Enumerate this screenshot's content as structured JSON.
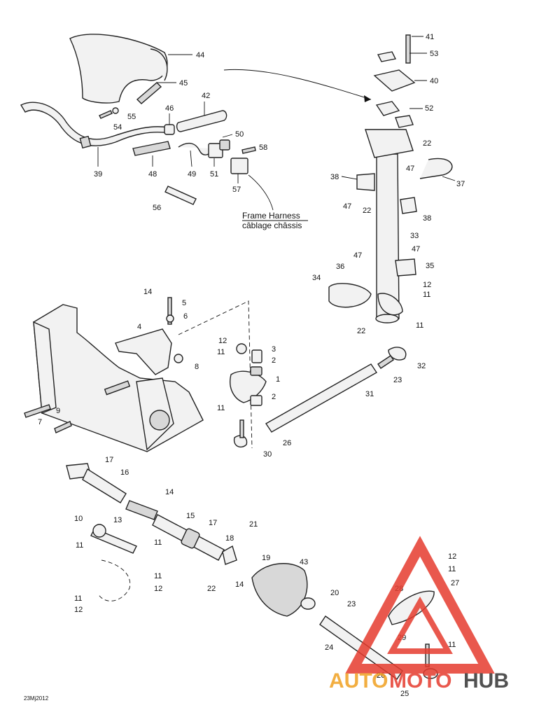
{
  "diagram": {
    "code": "23Mj2012",
    "harness_label_en": "Frame Harness",
    "harness_label_fr": "câblage châssis"
  },
  "callouts": [
    "44",
    "45",
    "55",
    "54",
    "46",
    "42",
    "39",
    "50",
    "58",
    "48",
    "49",
    "51",
    "57",
    "56",
    "41",
    "53",
    "40",
    "52",
    "22",
    "47",
    "37",
    "38",
    "33",
    "35",
    "36",
    "34",
    "12",
    "11",
    "14",
    "5",
    "6",
    "4",
    "8",
    "3",
    "2",
    "1",
    "9",
    "7",
    "32",
    "23",
    "31",
    "26",
    "30",
    "17",
    "16",
    "13",
    "10",
    "15",
    "21",
    "18",
    "19",
    "43",
    "20",
    "24",
    "25",
    "27",
    "28",
    "29"
  ],
  "watermark": {
    "part1": "AUTO",
    "part2": "MOTO",
    "part3": "HUB",
    "color_red": "#e63c2e",
    "color_orange": "#f0a020",
    "color_gray": "#333333"
  }
}
